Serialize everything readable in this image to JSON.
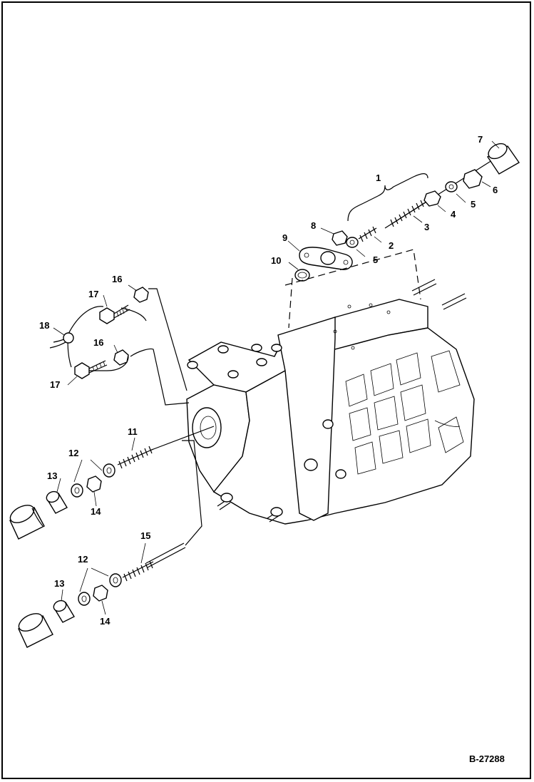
{
  "diagram": {
    "reference": "B-27288",
    "callouts": [
      "1",
      "2",
      "3",
      "4",
      "5",
      "5",
      "6",
      "7",
      "8",
      "9",
      "10",
      "11",
      "12",
      "13",
      "14",
      "15",
      "12",
      "13",
      "14",
      "16",
      "16",
      "17",
      "17",
      "18"
    ]
  }
}
